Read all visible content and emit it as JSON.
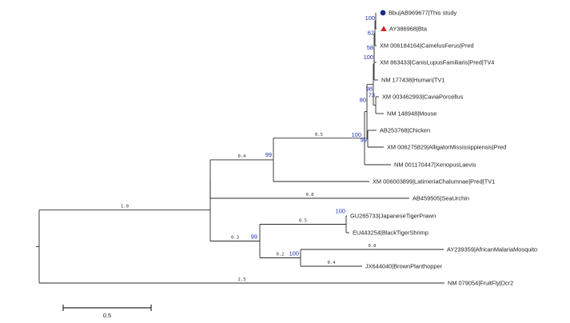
{
  "leaves": [
    {
      "id": "bbu",
      "label": "Bbu|AB969677|This study",
      "marker": "circle"
    },
    {
      "id": "bta",
      "label": "AY386968|Bta",
      "marker": "triangle"
    },
    {
      "id": "camel",
      "label": "XM 006184164|CamelusFerus|Pred"
    },
    {
      "id": "dog",
      "label": "XM 863433|CanisLupusFamiliaris|Pred|TV4"
    },
    {
      "id": "human",
      "label": "NM 177438|Human|TV1"
    },
    {
      "id": "cavia",
      "label": "XM 003462993|CaviaPorcellus"
    },
    {
      "id": "mouse",
      "label": "NM 148948|Mouse"
    },
    {
      "id": "chicken",
      "label": "AB253768|Chicken"
    },
    {
      "id": "alligator",
      "label": "XM 006275829|AlligatorMississippiensis|Pred"
    },
    {
      "id": "xenopus",
      "label": "NM 001170447|XenopusLaevis"
    },
    {
      "id": "latimeria",
      "label": "XM 006003899|LatimeriaChalumnae|Pred|TV1"
    },
    {
      "id": "urchin",
      "label": "AB459505|SeaUrchin"
    },
    {
      "id": "prawn",
      "label": "GU265733|JapaneseTigerPrawn"
    },
    {
      "id": "shrimp",
      "label": "EU443254|BlackTigerShrimp"
    },
    {
      "id": "mosquito",
      "label": "AY239359|AfricanMalariaMosquito"
    },
    {
      "id": "planthopper",
      "label": "JX644040|BrownPlanthopper"
    },
    {
      "id": "fruitfly",
      "label": "NM 079054|FruitFly|Dcr2"
    }
  ],
  "bootstrap": {
    "n_bbu_bta": "100",
    "n_camel": "62",
    "n_dog": "58",
    "n_prim": "100",
    "n_rod": "73",
    "n_mam": "98",
    "n_arch": "99",
    "n_amn": "80",
    "n_tet": "100",
    "n_sarc": "99",
    "n_crust": "100",
    "n_arth": "99",
    "n_insect": "100"
  },
  "branch_lengths": {
    "n_tet": "0.5",
    "n_sarc": "0.4",
    "urchin": "0.8",
    "root_top": "1.0",
    "n_crust": "0.5",
    "n_arth": "0.3",
    "mosquito": "0.8",
    "n_insect": "0.2",
    "planthopper": "0.4",
    "fruitfly": "2.5"
  },
  "scale_bar": {
    "label": "0.5",
    "value": 0.5
  },
  "colors": {
    "circle": "#1a2a8c",
    "triangle": "#d62020",
    "bootstrap": "#1f2fb0",
    "branch": "#2a2a2a"
  }
}
